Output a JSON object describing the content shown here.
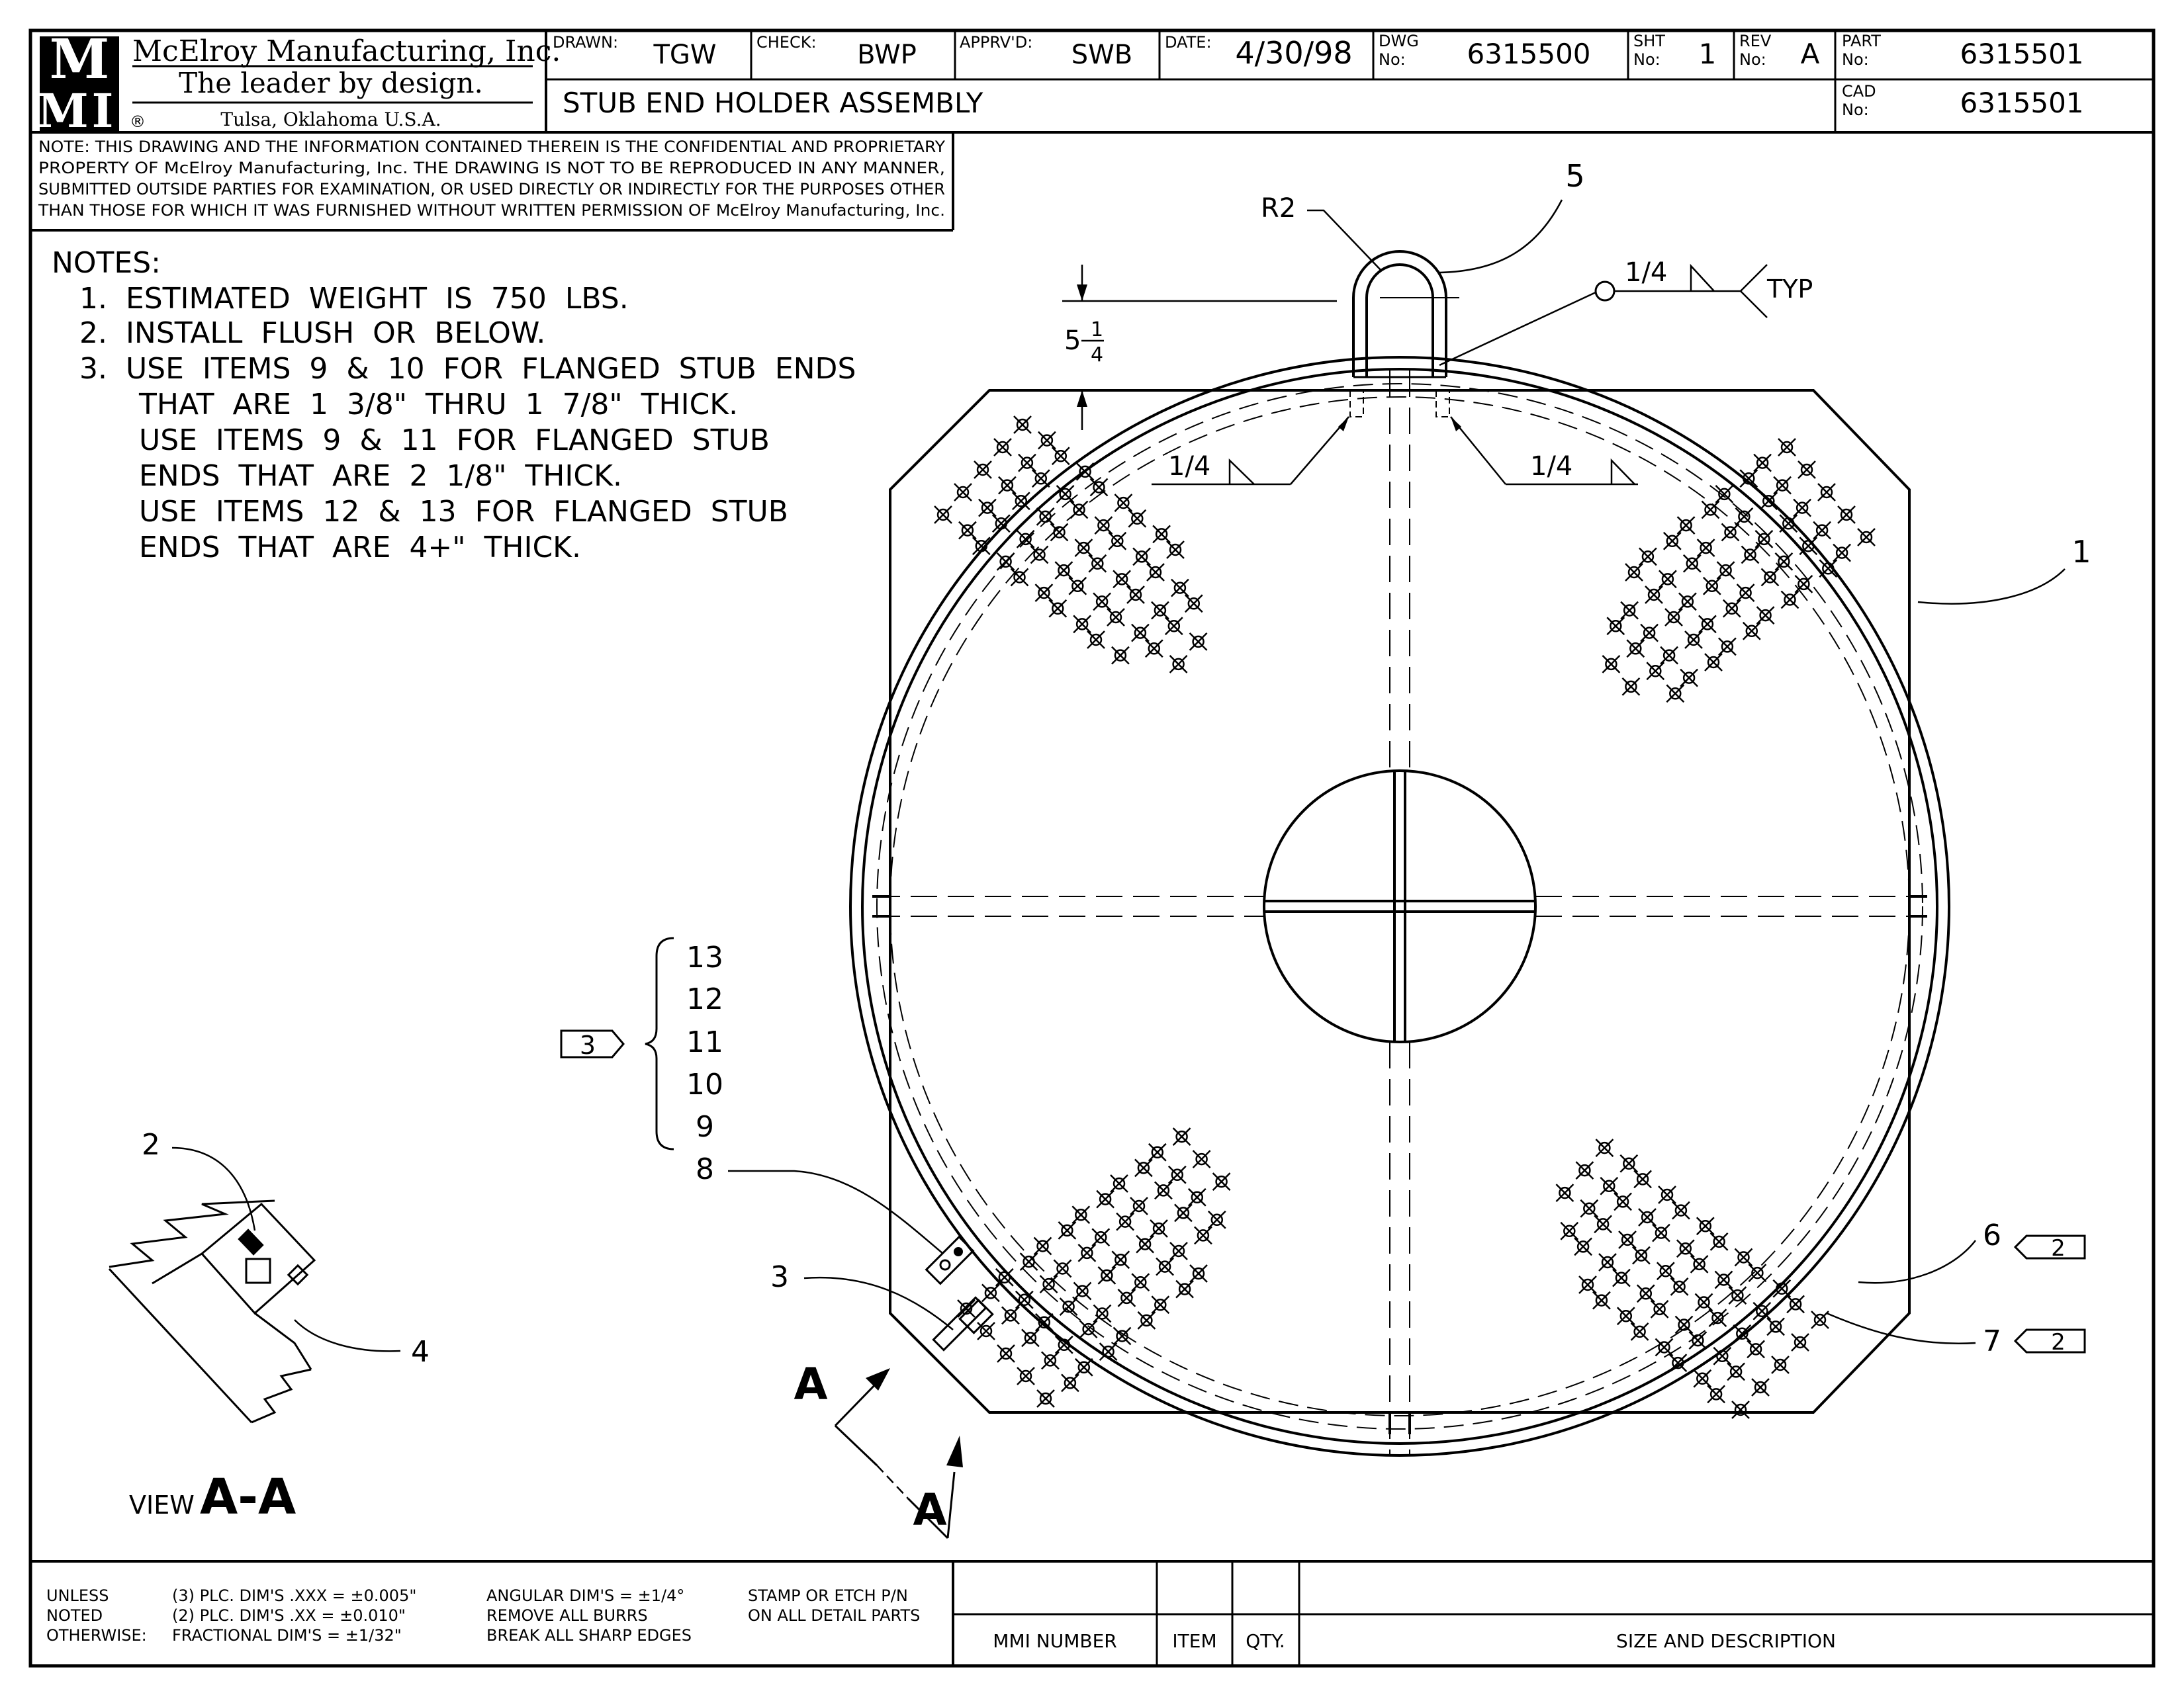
{
  "company": {
    "logo_letters": [
      "M",
      "M",
      "I"
    ],
    "name": "McElroy Manufacturing, Inc.",
    "tagline": "The leader by design.",
    "location": "Tulsa, Oklahoma U.S.A.",
    "registered_mark": "®"
  },
  "title_block": {
    "drawn_label": "DRAWN:",
    "drawn_value": "TGW",
    "check_label": "CHECK:",
    "check_value": "BWP",
    "apprvd_label": "APPRV'D:",
    "apprvd_value": "SWB",
    "date_label": "DATE:",
    "date_value": "4/30/98",
    "dwg_label_1": "DWG",
    "dwg_label_2": "No:",
    "dwg_value": "6315500",
    "sht_label_1": "SHT",
    "sht_label_2": "No:",
    "sht_value": "1",
    "rev_label_1": "REV",
    "rev_label_2": "No:",
    "rev_value": "A",
    "part_label_1": "PART",
    "part_label_2": "No:",
    "part_value": "6315501",
    "cad_label_1": "CAD",
    "cad_label_2": "No:",
    "cad_value": "6315501",
    "title": "STUB END HOLDER ASSEMBLY"
  },
  "confidential_lines": [
    "NOTE: THIS DRAWING AND THE INFORMATION CONTAINED THEREIN IS THE CONFIDENTIAL AND PROPRIETARY",
    "PROPERTY OF McElroy Manufacturing, Inc. THE DRAWING IS NOT TO BE REPRODUCED IN ANY MANNER,",
    "SUBMITTED OUTSIDE PARTIES FOR EXAMINATION, OR USED DIRECTLY OR INDIRECTLY FOR THE PURPOSES OTHER",
    "THAN THOSE FOR WHICH IT WAS FURNISHED WITHOUT WRITTEN PERMISSION OF McElroy Manufacturing, Inc."
  ],
  "notes": {
    "heading": "NOTES:",
    "lines": [
      "1.  ESTIMATED  WEIGHT  IS  750  LBS.",
      "2.  INSTALL  FLUSH  OR  BELOW.",
      "3.  USE  ITEMS  9  &  10  FOR  FLANGED  STUB  ENDS",
      "THAT  ARE  1  3/8\"  THRU  1  7/8\"  THICK.",
      "USE  ITEMS  9  &  11  FOR  FLANGED  STUB",
      "ENDS  THAT  ARE  2  1/8\"  THICK.",
      "USE  ITEMS  12  &  13  FOR  FLANGED  STUB",
      "ENDS  THAT  ARE  4+\"  THICK."
    ]
  },
  "callouts": {
    "r2": "R2",
    "item5": "5",
    "weld_top": "1/4",
    "typ": "TYP",
    "dim_whole": "5",
    "dim_num": "1",
    "dim_den": "4",
    "weld_left": "1/4",
    "weld_right": "1/4",
    "item1": "1",
    "item_list": [
      "13",
      "12",
      "11",
      "10",
      "9"
    ],
    "note_flag_3": "3",
    "item8": "8",
    "item3": "3",
    "item6": "6",
    "item7": "7",
    "note_flag_6": "2",
    "note_flag_7": "2",
    "section_letter_top": "A",
    "section_letter_bottom": "A"
  },
  "view_aa": {
    "view_word": "VIEW",
    "view_id": "A-A",
    "item2": "2",
    "item4": "4"
  },
  "tolerances": {
    "unless": [
      "UNLESS",
      "NOTED",
      "OTHERWISE:"
    ],
    "dims": [
      "(3) PLC. DIM'S .XXX = ±0.005\"",
      "(2) PLC. DIM'S .XX = ±0.010\"",
      "FRACTIONAL DIM'S = ±1/32\""
    ],
    "other": [
      "ANGULAR DIM'S = ±1/4°",
      "REMOVE ALL BURRS",
      "BREAK ALL SHARP EDGES"
    ],
    "stamp": [
      "STAMP OR ETCH P/N",
      "ON ALL DETAIL PARTS"
    ]
  },
  "parts_list": {
    "mmi_number": "MMI NUMBER",
    "item": "ITEM",
    "qty": "QTY.",
    "size_desc": "SIZE AND DESCRIPTION"
  }
}
